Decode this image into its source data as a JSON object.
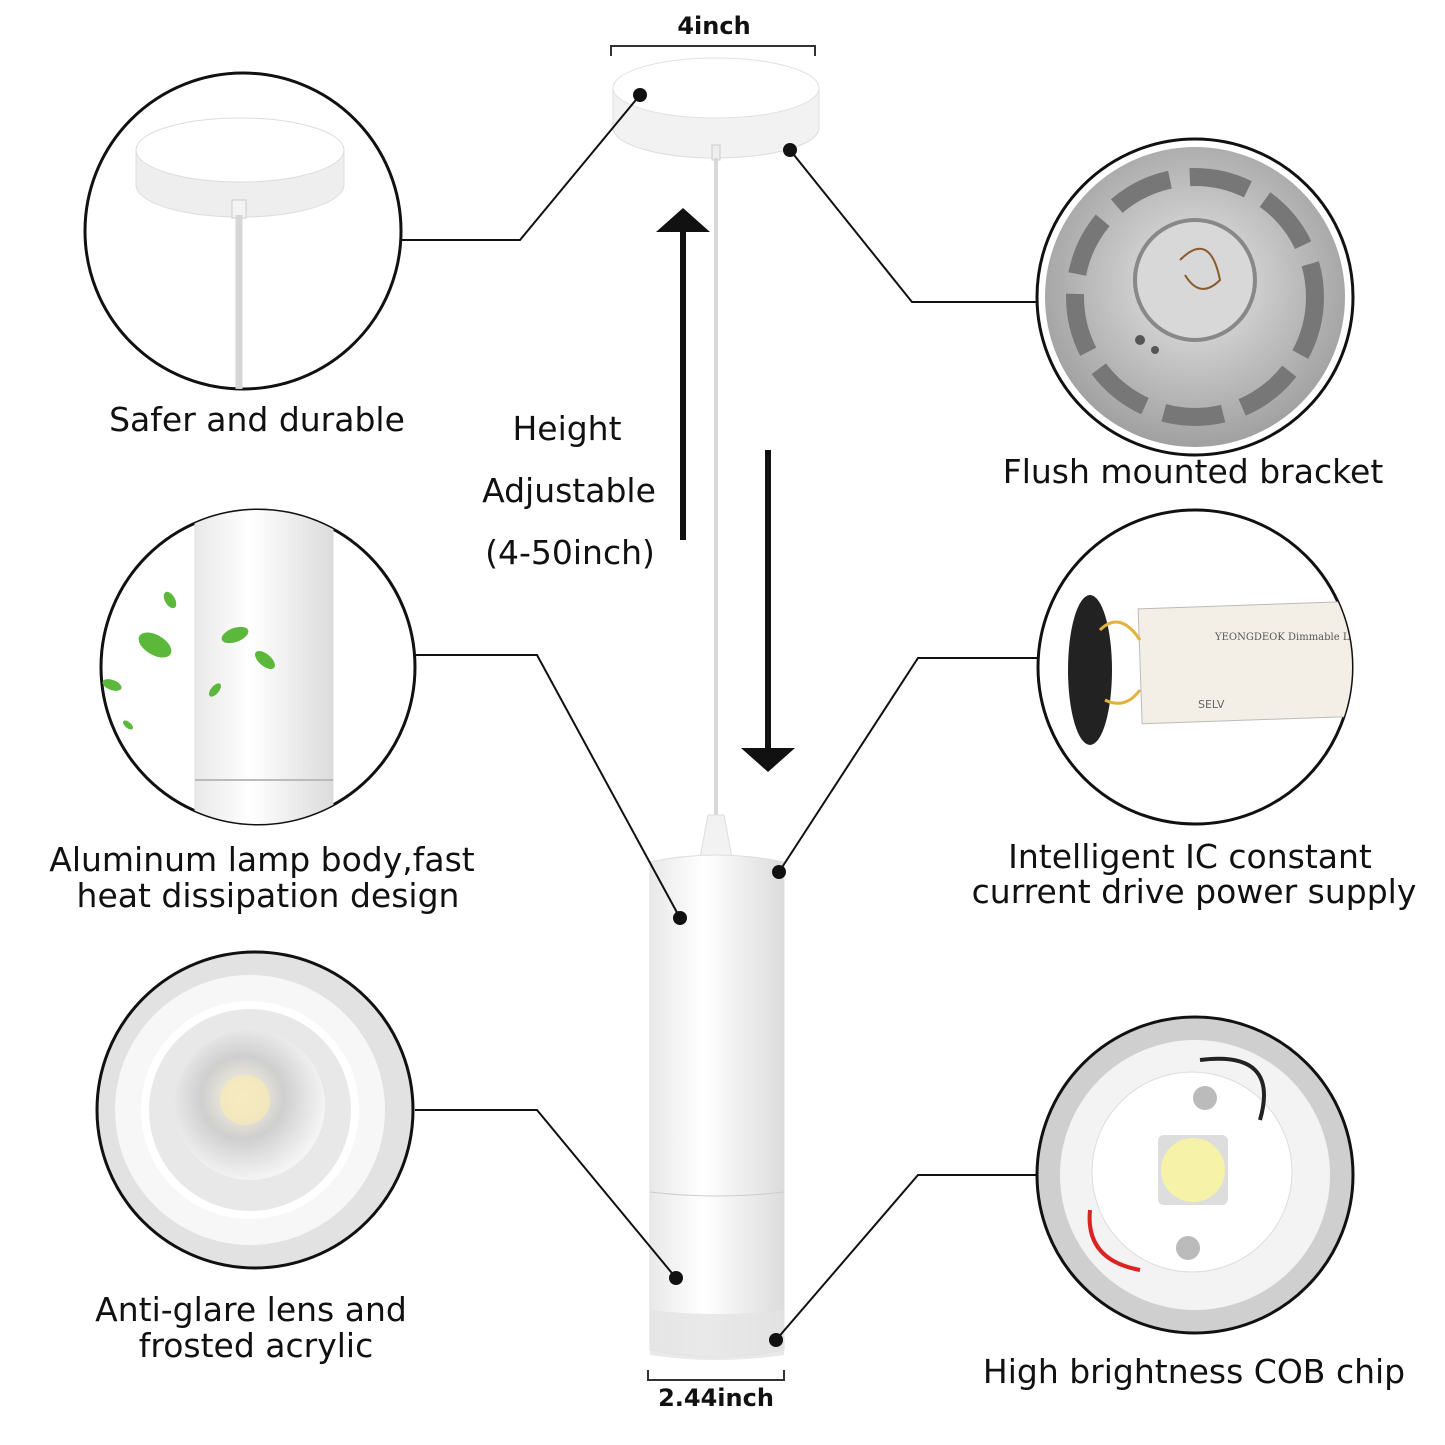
{
  "dimensions": {
    "top_width": "4inch",
    "bottom_width": "2.44inch"
  },
  "height": {
    "line1": "Height",
    "line2": "Adjustable",
    "line3": "(4-50inch)"
  },
  "features": {
    "canopy": "Safer and durable",
    "bracket": "Flush mounted bracket",
    "body": {
      "line1": "Aluminum lamp body,fast",
      "line2": "heat dissipation design"
    },
    "driver": {
      "line1": "Intelligent IC constant",
      "line2": "current drive power supply"
    },
    "lens": {
      "line1": "Anti-glare lens and",
      "line2": "frosted acrylic"
    },
    "chip": "High brightness COB chip"
  },
  "driver_label": {
    "brand": "YEONGDEOK",
    "title": "Dimmable LED",
    "mark": "SELV"
  },
  "colors": {
    "leaf": "#5cb83a",
    "chip": "#f6f3a8",
    "wire_red": "#d22"
  }
}
